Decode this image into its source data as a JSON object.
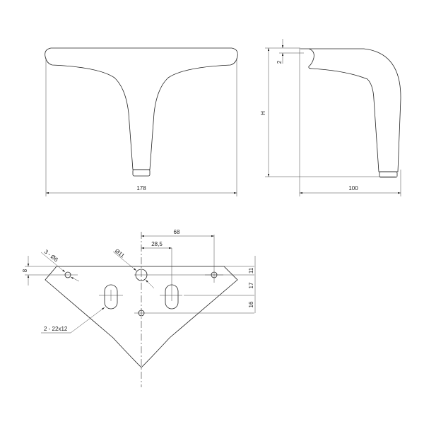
{
  "front_view": {
    "width_label": "178"
  },
  "side_view": {
    "height_label": "H",
    "lip_label": "2",
    "depth_label": "100"
  },
  "plate": {
    "dim_68": "68",
    "dim_28_5": "28,5",
    "dim_8": "8",
    "dim_11": "11",
    "dim_17": "17",
    "dim_16": "16",
    "holes_label": "3 - Ø6",
    "center_hole_label": "Ø11",
    "slots_label": "2 - 22x12"
  }
}
